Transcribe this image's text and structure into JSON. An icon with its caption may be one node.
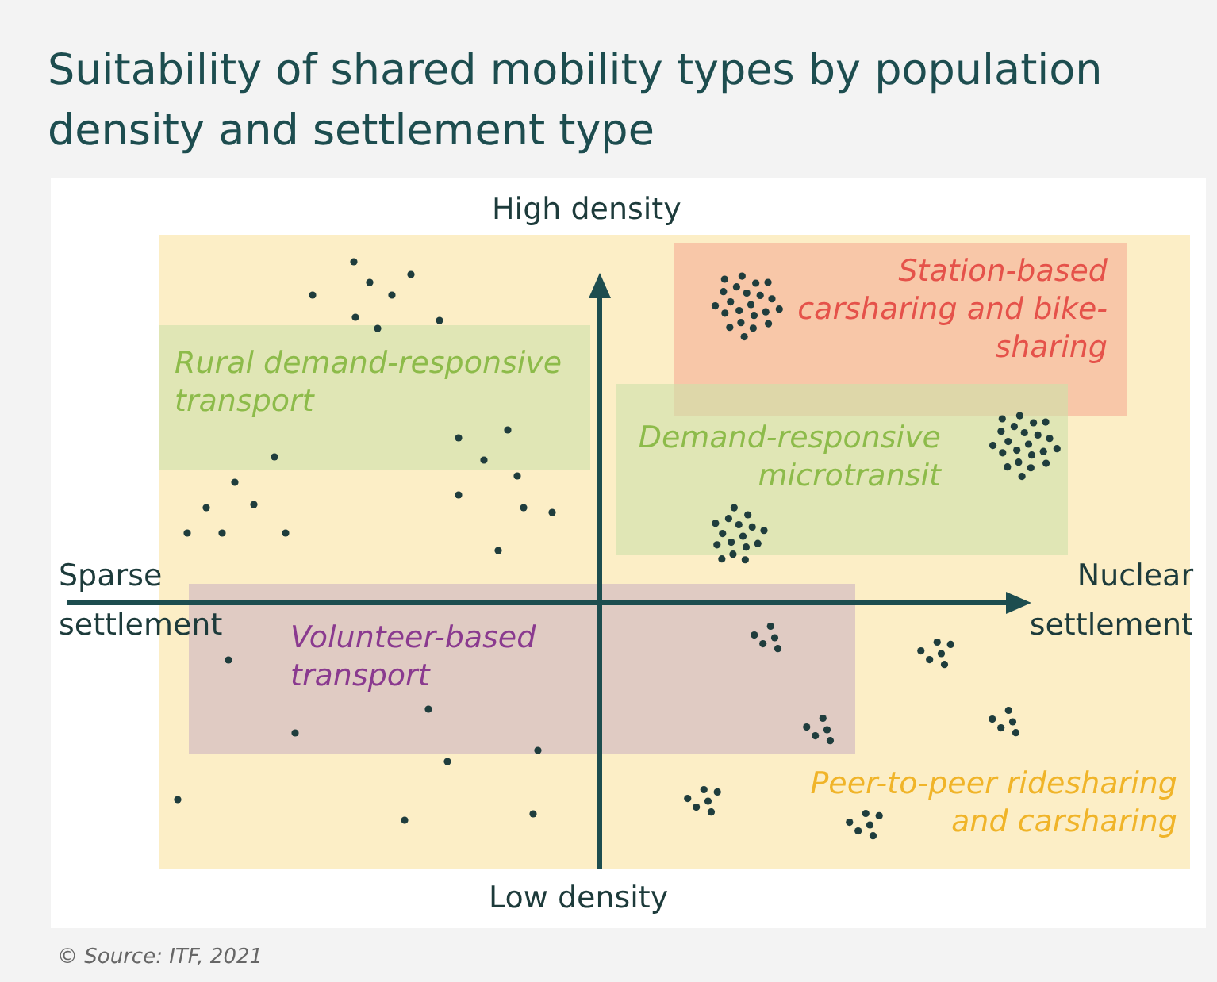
{
  "diagram": {
    "title": "Suitability of shared mobility types by population density and settlement type",
    "caption": "© Source: ITF, 2021",
    "nodes": [
      {
        "text": [
          "Peer-to-peer ridesharing and carsharing"
        ]
      },
      {
        "text": [
          "Station-based carsharing and bike-sharing"
        ],
        "in": 0
      },
      {
        "text": [
          "Rural demand-responsive transport"
        ],
        "in": 0
      },
      {
        "text": [
          "Demand-responsive microtransit"
        ],
        "in": 0
      },
      {
        "text": [
          "Volunteer-based transport"
        ],
        "in": 0
      }
    ],
    "labels": [
      "High density",
      "Sparse settlement",
      "Nuclear settlement",
      "Low density"
    ]
  }
}
